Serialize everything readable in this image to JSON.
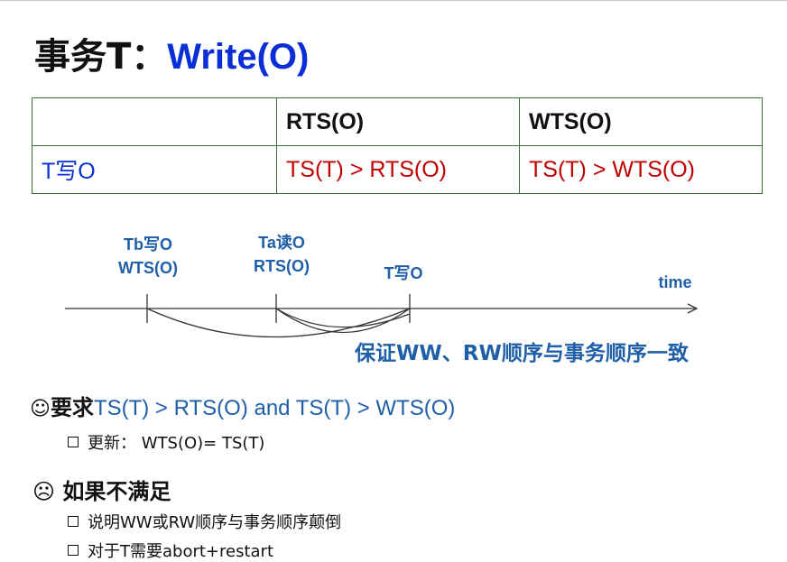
{
  "title": {
    "prefix": "事务T：",
    "op": "Write(O)"
  },
  "table": {
    "headers": [
      "",
      "RTS(O)",
      "WTS(O)"
    ],
    "row": [
      "T写O",
      "TS(T) > RTS(O)",
      "TS(T) > WTS(O)"
    ]
  },
  "timeline": {
    "tb_line1": "Tb写O",
    "tb_line2": "WTS(O)",
    "ta_line1": "Ta读O",
    "ta_line2": "RTS(O)",
    "t_label": "T写O",
    "axis_label": "time"
  },
  "note": "保证WW、RW顺序与事务顺序一致",
  "requirement": {
    "icon": "smiley-icon",
    "emoji": "☺",
    "keyword": "要求",
    "condition": "TS(T) > RTS(O) and TS(T) > WTS(O)",
    "update": "更新： WTS(O)= TS(T)"
  },
  "failure": {
    "icon": "frown-icon",
    "emoji": "☹",
    "title": "如果不满足",
    "items": [
      "说明WW或RW顺序与事务顺序颠倒",
      "对于T需要abort+restart"
    ]
  },
  "colors": {
    "title_blue": "#0a2fd6",
    "red": "#c00000",
    "note_blue": "#1f5fa8",
    "table_border": "#3f6b3f"
  }
}
